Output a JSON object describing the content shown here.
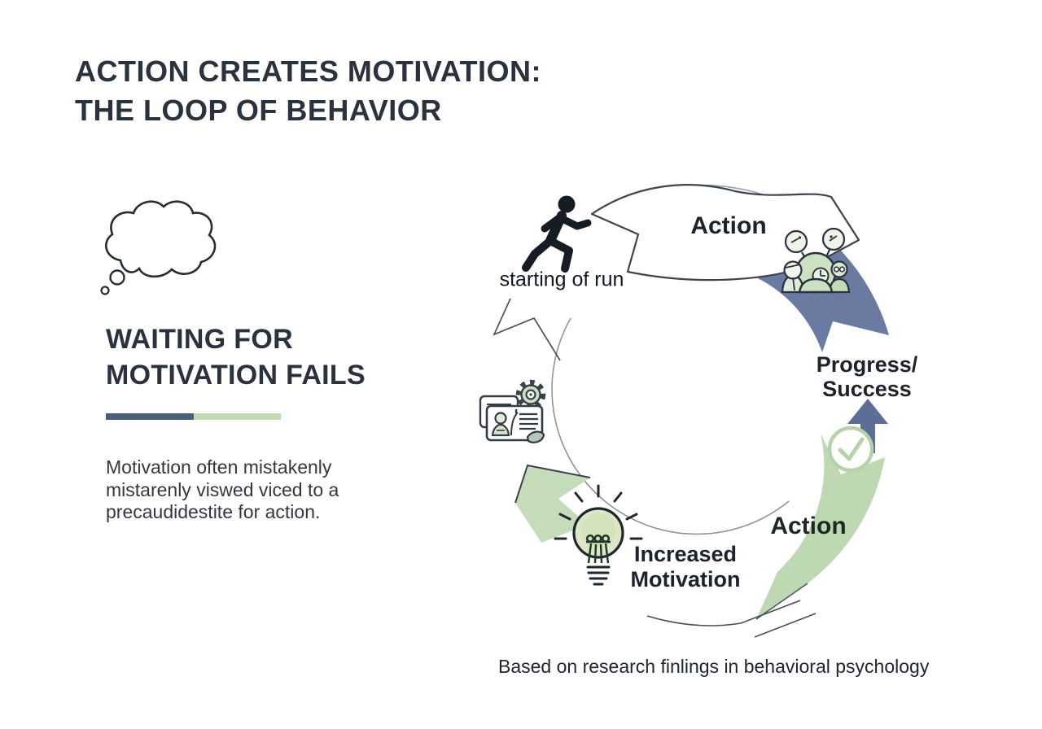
{
  "title": {
    "line1": "ACTION CREATES MOTIVATION:",
    "line2": "THE LOOP OF BEHAVIOR"
  },
  "left_panel": {
    "icon": "thought-cloud-icon",
    "heading_line1": "WAITING FOR",
    "heading_line2": "MOTIVATION FAILS",
    "body_line1": "Motivation often mistakenly",
    "body_line2": "mistarenly viswed viced to a",
    "body_line3": "precaudidestite for action."
  },
  "diagram": {
    "labels": {
      "top_banner": "Action",
      "runner_caption": "starting of run",
      "right_line1": "Progress/",
      "right_line2": "Success",
      "bottom_right_band": "Action",
      "bottom_line1": "Increased",
      "bottom_line2": "Motivation"
    },
    "icons": [
      "running-person-icon",
      "team-thinking-icon",
      "check-circle-icon",
      "up-arrow-icon",
      "lightbulb-icon",
      "profile-documents-gear-icon"
    ]
  },
  "footer": {
    "caption": "Based on research finlings in behavioral psychology"
  },
  "colors": {
    "heading_text": "#2a323e",
    "body_text": "#33383f",
    "divider_left": "#4d5e7c",
    "divider_right": "#c3dcb7",
    "blue_band": "#6a7aa1",
    "green_band": "#bed8b4",
    "up_arrow": "#5d6e96",
    "check_green": "#b5d2ab",
    "icon_green_fill": "#cbe1c1",
    "outline_dark": "#2b343c"
  }
}
